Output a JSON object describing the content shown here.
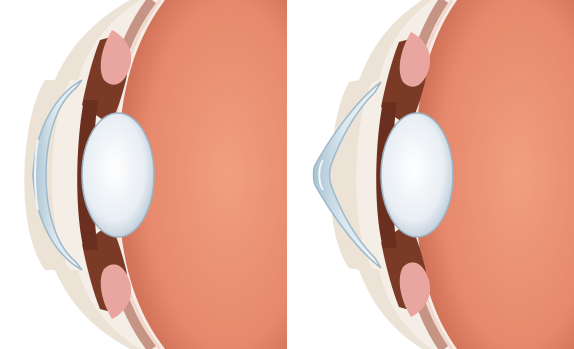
{
  "figure": {
    "panels": [
      {
        "key": "left",
        "cornea_shape": "normal-rounded"
      },
      {
        "key": "right",
        "cornea_shape": "conical-keratoconus"
      }
    ],
    "colors": {
      "background": "#ffffff",
      "vitreous": "#e7896c",
      "vitreous_shadow": "#c96a52",
      "sclera_outline": "#e9ddd0",
      "sclera_inner": "#f4ede4",
      "iris_brown": "#7a3a26",
      "ciliary_pink": "#e9a6a0",
      "lens": "#dfe8f0",
      "cornea": "#cfe0ea",
      "cornea_edge": "#9fb9c9"
    }
  }
}
